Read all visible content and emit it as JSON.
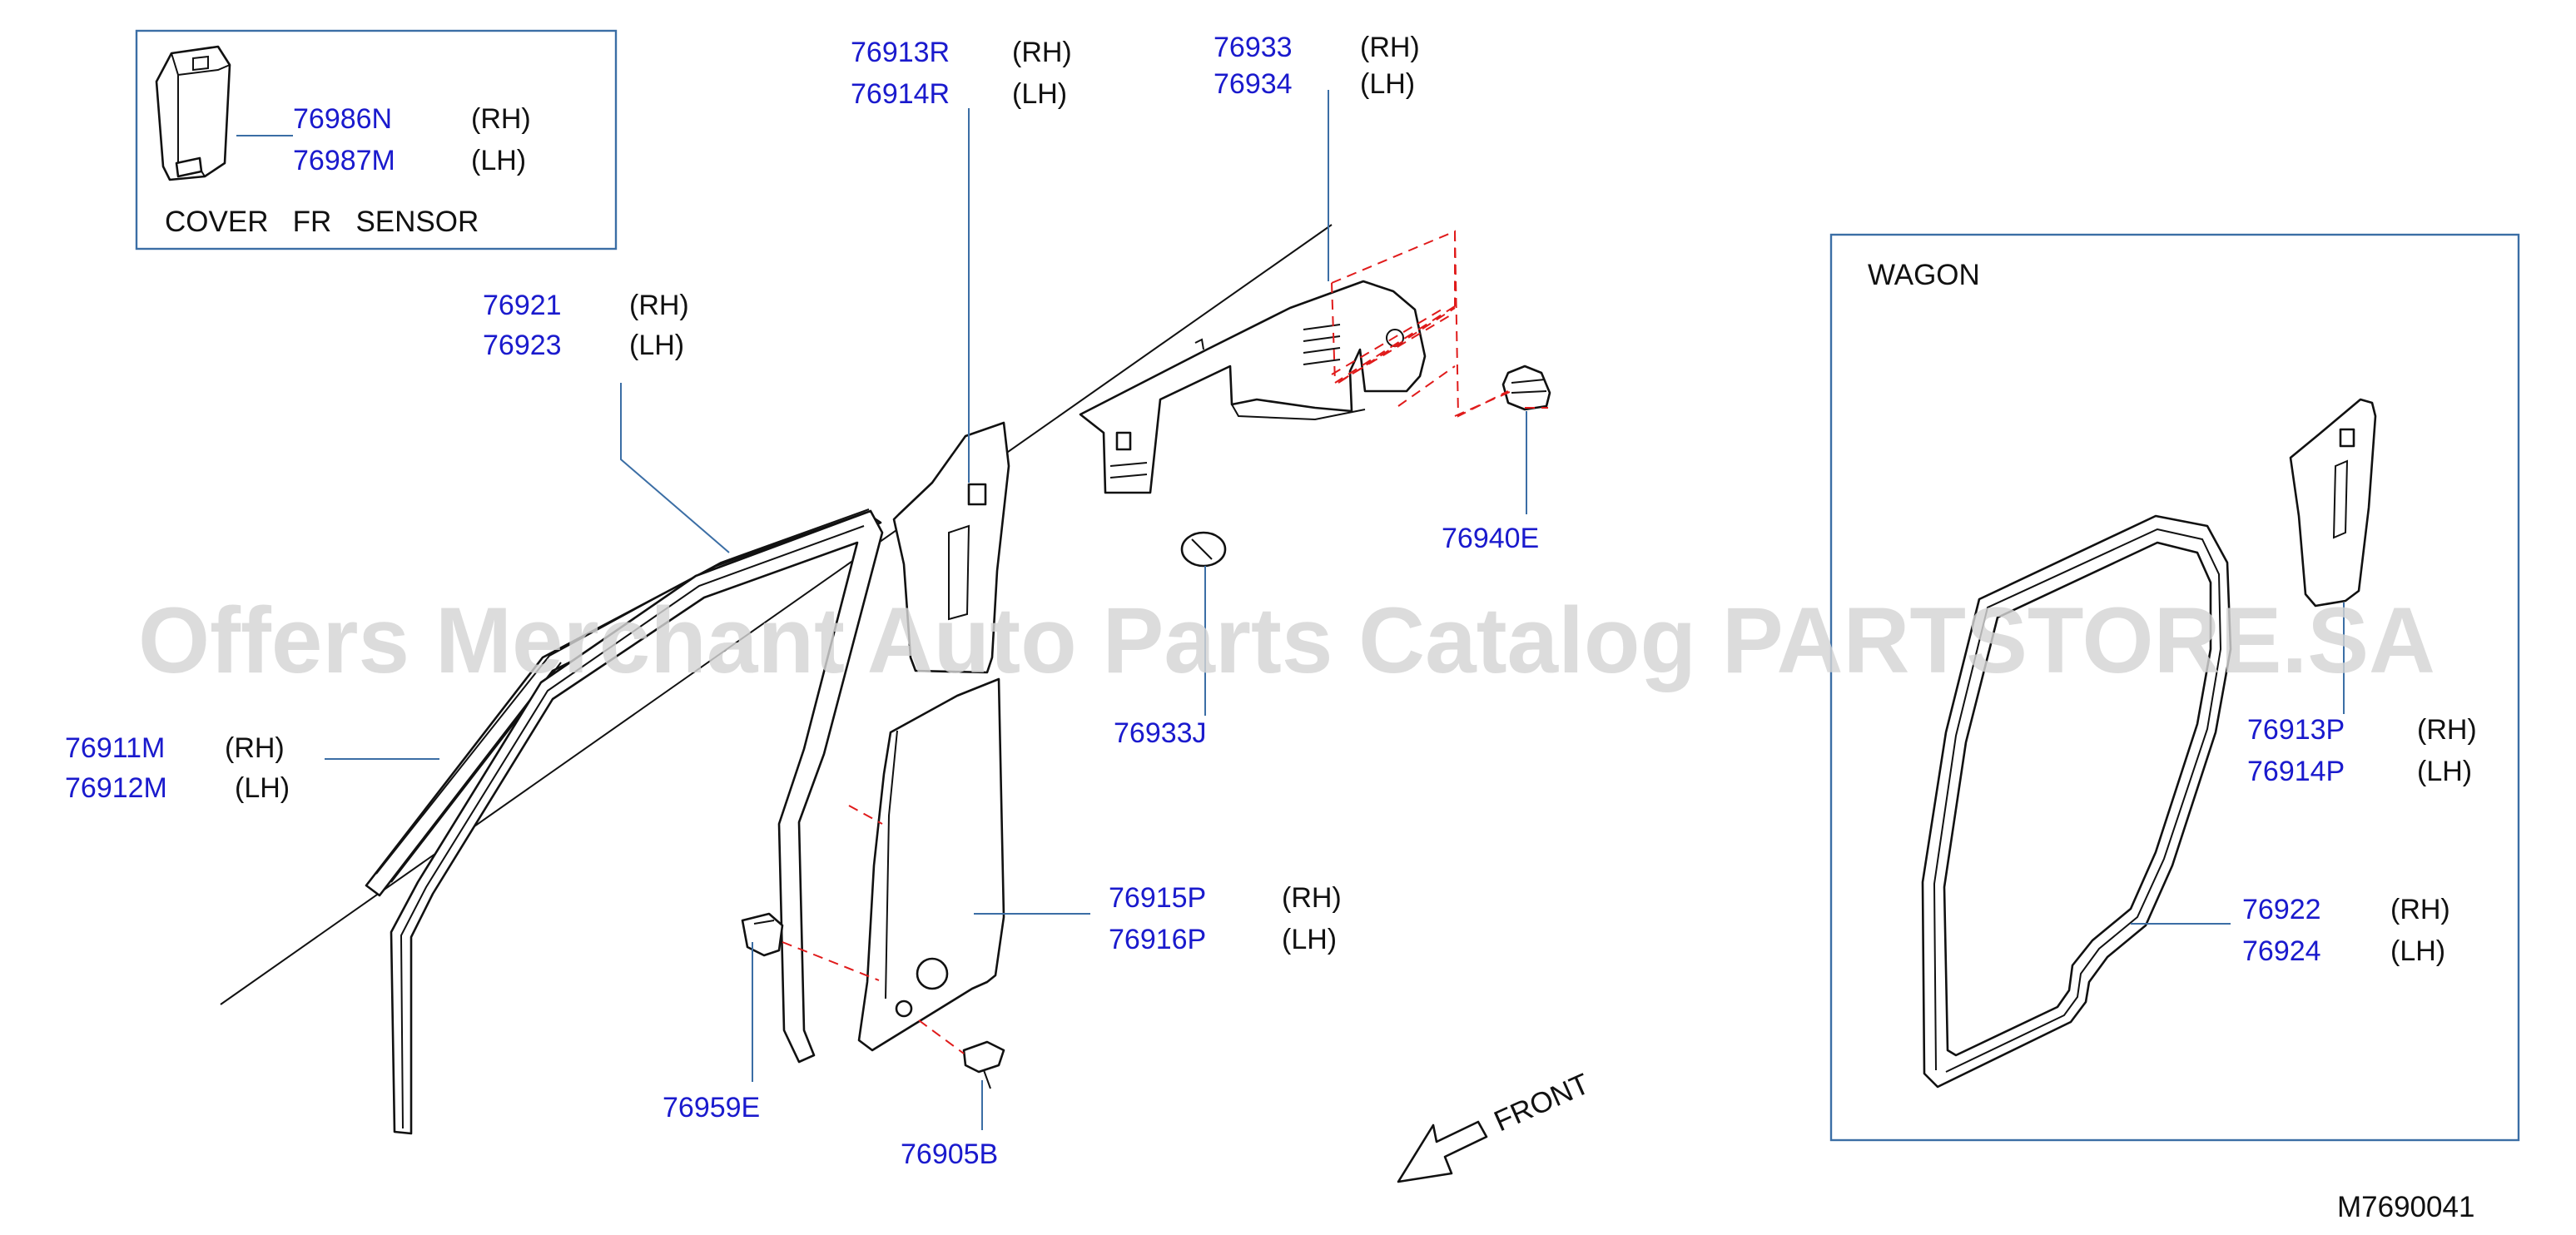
{
  "diagram_code": "M7690041",
  "watermark": "Offers Merchant Auto Parts Catalog PARTSTORE.SA",
  "inset_sensor": {
    "caption": "COVER   FR   SENSOR",
    "part_rh": "76986N",
    "part_lh": "76987M"
  },
  "inset_wagon": {
    "caption": "WAGON"
  },
  "side_rh": "(RH)",
  "side_lh": "(LH)",
  "front_label": "FRONT",
  "callouts": {
    "c76913R": {
      "rh": "76913R",
      "lh": "76914R"
    },
    "c76933": {
      "rh": "76933",
      "lh": "76934"
    },
    "c76921": {
      "rh": "76921",
      "lh": "76923"
    },
    "c76911M": {
      "rh": "76911M",
      "lh": "76912M"
    },
    "c76915P": {
      "rh": "76915P",
      "lh": "76916P"
    },
    "c76913P": {
      "rh": "76913P",
      "lh": "76914P"
    },
    "c76922": {
      "rh": "76922",
      "lh": "76924"
    },
    "c76940E": "76940E",
    "c76933J": "76933J",
    "c76959E": "76959E",
    "c76905B": "76905B"
  },
  "colors": {
    "part_number": "#1a1acd",
    "leader": "#3b6ea5",
    "dashed": "#e01b1b"
  }
}
